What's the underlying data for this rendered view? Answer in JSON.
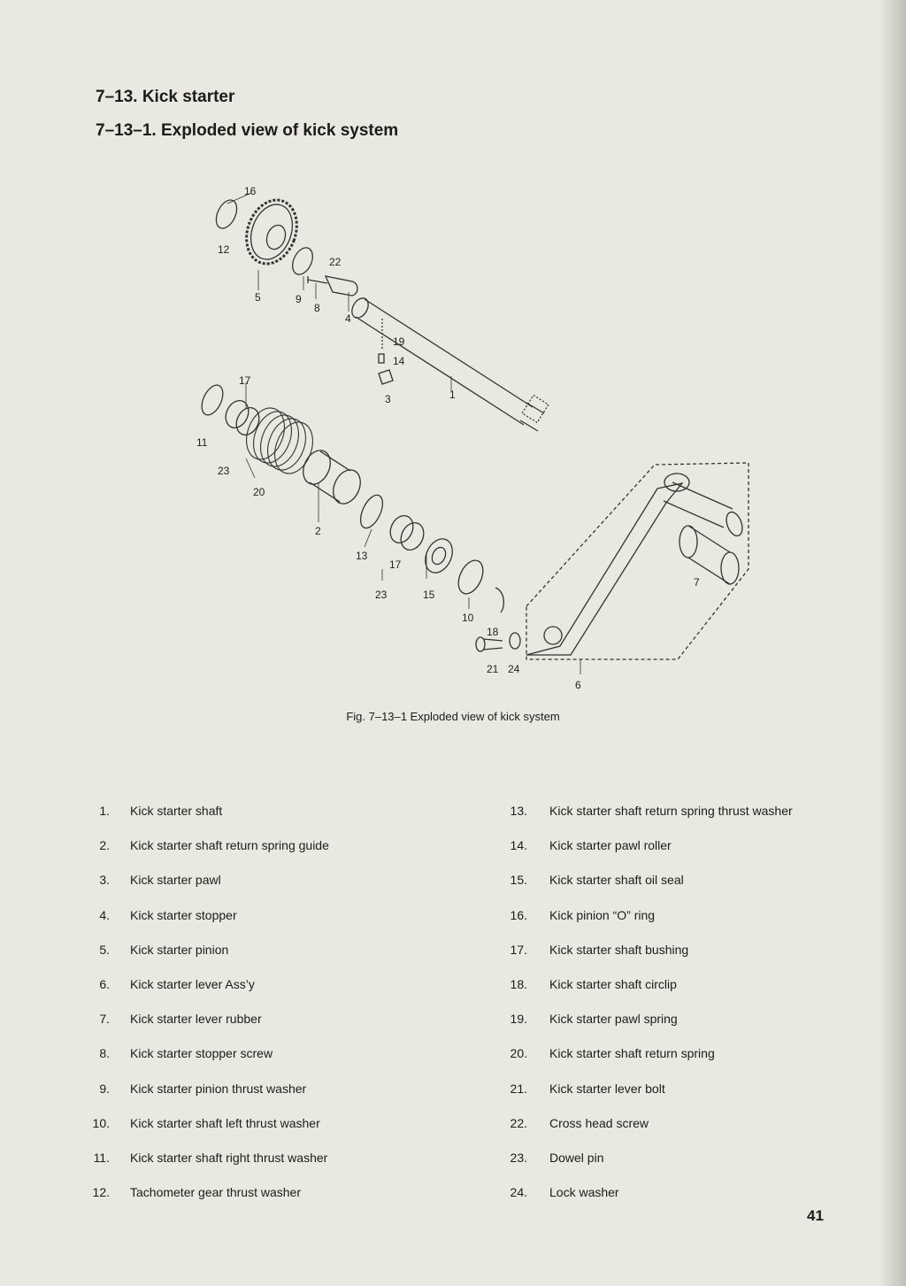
{
  "headings": {
    "section": "7–13.  Kick starter",
    "subsection": "7–13–1.  Exploded view of kick system"
  },
  "figure": {
    "caption": "Fig. 7–13–1  Exploded view of kick system",
    "callouts": [
      "1",
      "2",
      "3",
      "4",
      "5",
      "6",
      "7",
      "8",
      "9",
      "10",
      "11",
      "12",
      "13",
      "14",
      "15",
      "16",
      "17",
      "18",
      "19",
      "20",
      "21",
      "22",
      "23",
      "24"
    ]
  },
  "parts_left": [
    {
      "num": "1.",
      "name": "Kick starter shaft"
    },
    {
      "num": "2.",
      "name": "Kick starter shaft return spring guide"
    },
    {
      "num": "3.",
      "name": "Kick starter pawl"
    },
    {
      "num": "4.",
      "name": "Kick starter stopper"
    },
    {
      "num": "5.",
      "name": "Kick starter pinion"
    },
    {
      "num": "6.",
      "name": "Kick starter lever Ass’y"
    },
    {
      "num": "7.",
      "name": "Kick starter lever rubber"
    },
    {
      "num": "8.",
      "name": "Kick starter stopper screw"
    },
    {
      "num": "9.",
      "name": "Kick starter pinion thrust washer"
    },
    {
      "num": "10.",
      "name": "Kick starter shaft left thrust washer"
    },
    {
      "num": "11.",
      "name": "Kick starter shaft right thrust washer"
    },
    {
      "num": "12.",
      "name": "Tachometer gear thrust washer"
    }
  ],
  "parts_right": [
    {
      "num": "13.",
      "name": "Kick starter shaft return spring thrust washer"
    },
    {
      "num": "14.",
      "name": "Kick starter pawl  roller"
    },
    {
      "num": "15.",
      "name": "Kick starter shaft oil seal"
    },
    {
      "num": "16.",
      "name": "Kick pinion “O” ring"
    },
    {
      "num": "17.",
      "name": "Kick starter shaft bushing"
    },
    {
      "num": "18.",
      "name": "Kick starter shaft circlip"
    },
    {
      "num": "19.",
      "name": "Kick starter pawl  spring"
    },
    {
      "num": "20.",
      "name": "Kick starter shaft return spring"
    },
    {
      "num": "21.",
      "name": "Kick starter lever bolt"
    },
    {
      "num": "22.",
      "name": "Cross head screw"
    },
    {
      "num": "23.",
      "name": "Dowel pin"
    },
    {
      "num": "24.",
      "name": "Lock washer"
    }
  ],
  "page_number": "41"
}
